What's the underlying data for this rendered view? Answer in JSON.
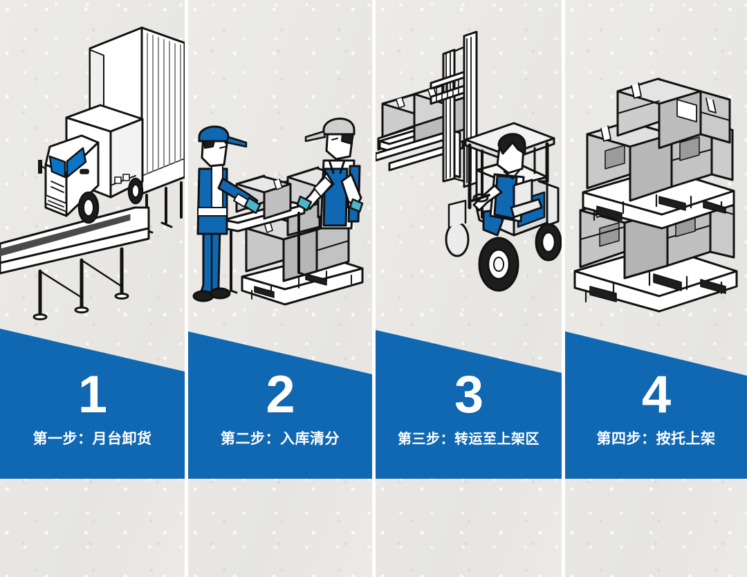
{
  "theme": {
    "accent_blue": "#1068b3",
    "background_gray": "#e9e8e4",
    "divider_white": "#ffffff",
    "box_gray": "#c9c9c9",
    "line_black": "#111111"
  },
  "panels": [
    {
      "number": "1",
      "label": "第一步：月台卸货",
      "illustration": "truck-at-loading-dock-icon"
    },
    {
      "number": "2",
      "label": "第二步：入库清分",
      "illustration": "workers-sorting-boxes-icon"
    },
    {
      "number": "3",
      "label": "第三步：转运至上架区",
      "illustration": "forklift-carrying-pallet-icon"
    },
    {
      "number": "4",
      "label": "第四步：按托上架",
      "illustration": "stacked-pallets-icon"
    }
  ]
}
